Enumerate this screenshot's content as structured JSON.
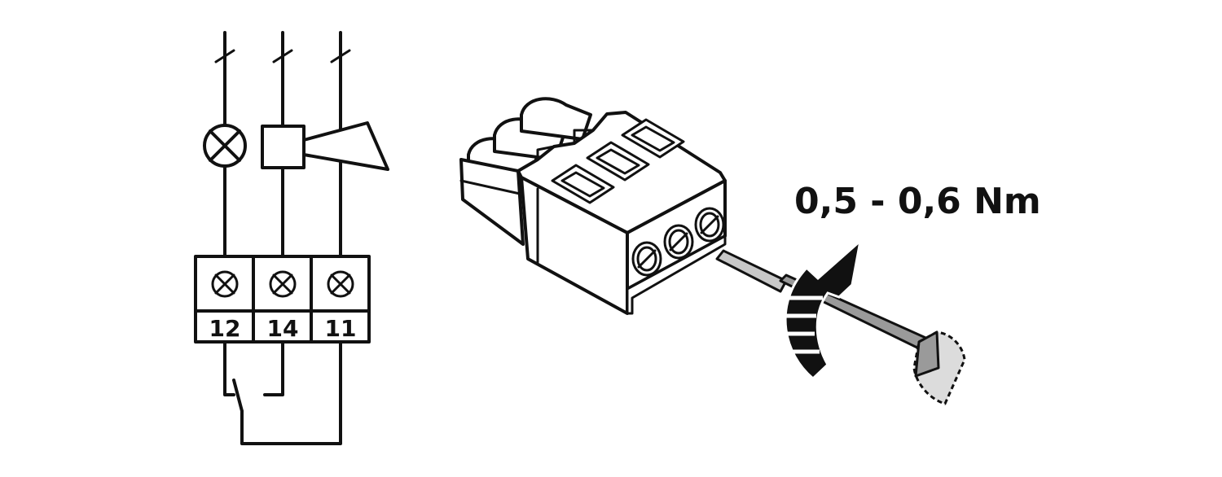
{
  "wiring_diagram": {
    "terminals": [
      {
        "number": "12"
      },
      {
        "number": "14"
      },
      {
        "number": "11"
      }
    ]
  },
  "connector_illustration": {
    "torque": "0,5 - 0,6 Nm"
  },
  "colors": {
    "line": "#111111",
    "background": "#ffffff",
    "screwdriver_shaft": "#9a9a9a"
  }
}
